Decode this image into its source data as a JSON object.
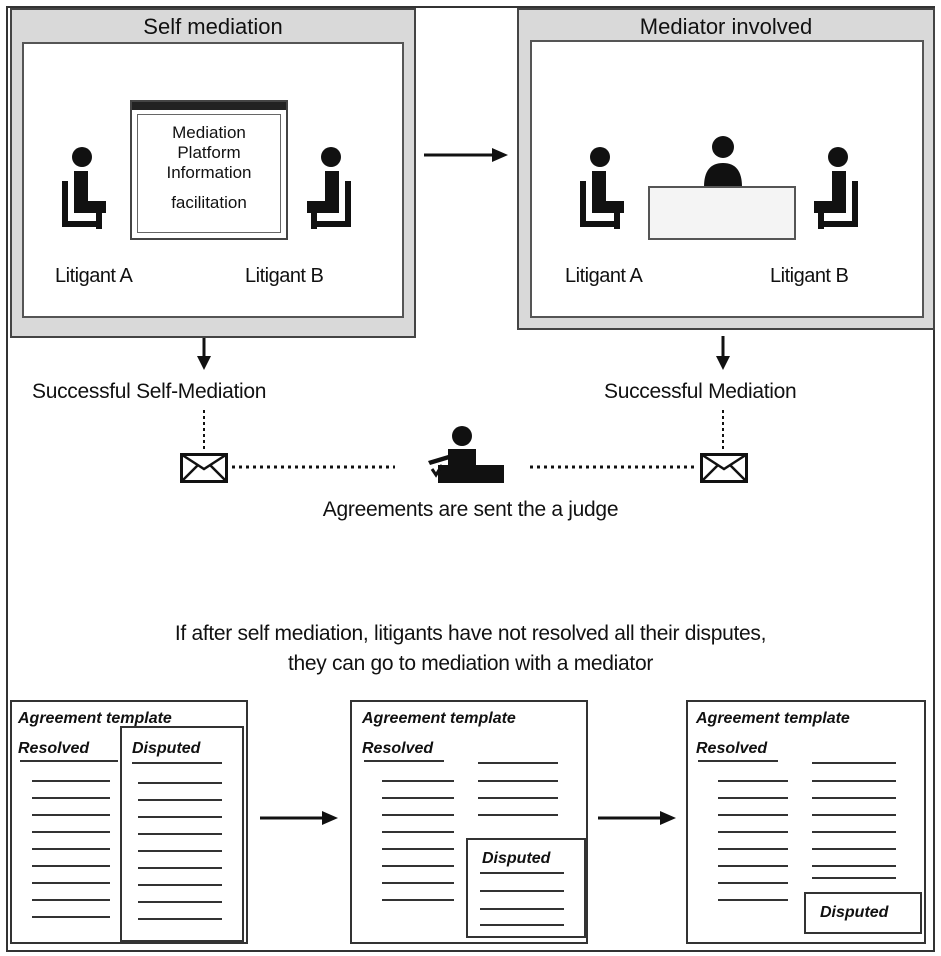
{
  "top_left_panel": {
    "title": "Self mediation",
    "screen_lines": [
      "Mediation",
      "Platform",
      "Information",
      "facilitation"
    ],
    "litigant_a": "Litigant A",
    "litigant_b": "Litigant B"
  },
  "top_right_panel": {
    "title": "Mediator involved",
    "litigant_a": "Litigant A",
    "litigant_b": "Litigant B"
  },
  "outcomes": {
    "left": "Successful Self-Mediation",
    "right": "Successful Mediation",
    "judge_caption": "Agreements are sent the a judge"
  },
  "note": {
    "line1": "If after self mediation, litigants have not resolved all their disputes,",
    "line2": "they can go to mediation with a mediator"
  },
  "templates": [
    {
      "title": "Agreement template",
      "resolved": "Resolved",
      "disputed": "Disputed"
    },
    {
      "title": "Agreement template",
      "resolved": "Resolved",
      "disputed": "Disputed"
    },
    {
      "title": "Agreement template",
      "resolved": "Resolved",
      "disputed": "Disputed"
    }
  ],
  "icons": [
    "person-seated-icon",
    "mediator-icon",
    "judge-icon",
    "envelope-icon",
    "arrow-icon"
  ]
}
